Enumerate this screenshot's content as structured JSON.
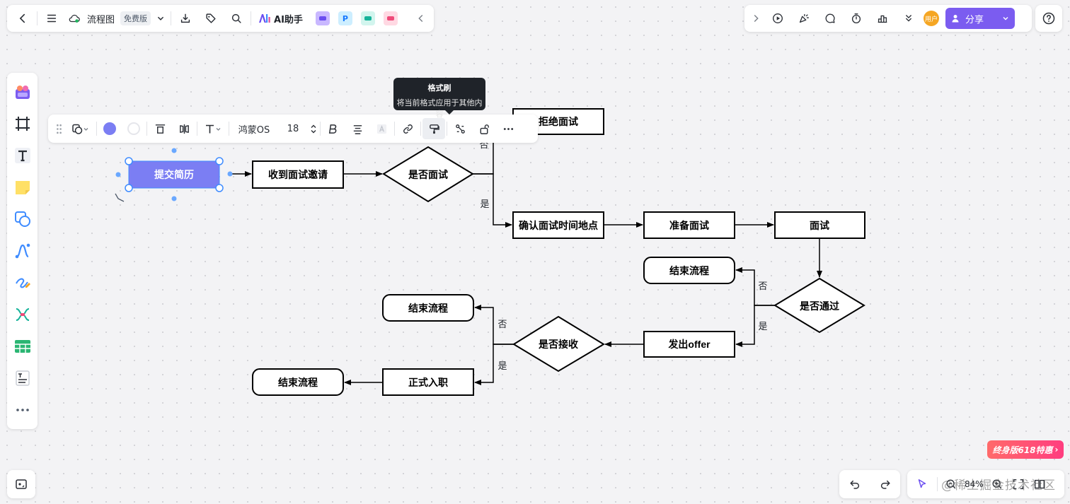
{
  "topbar": {
    "doc_title": "流程图",
    "plan_badge": "免费版",
    "ai_label": "AI助手",
    "plugins": [
      {
        "name": "image-plugin",
        "glyph": "",
        "color": "#c9b8ff",
        "fg": "#6a4df0"
      },
      {
        "name": "p-plugin",
        "glyph": "P",
        "color": "#cdeeff",
        "fg": "#1677ff"
      },
      {
        "name": "flow-plugin",
        "glyph": "",
        "color": "#d2f5ee",
        "fg": "#16b39a"
      },
      {
        "name": "mind-plugin",
        "glyph": "",
        "color": "#ffd9e3",
        "fg": "#ef4a79"
      }
    ]
  },
  "topright": {
    "avatar_text": "用户",
    "share_label": "分享"
  },
  "style_toolbar": {
    "fill_color": "#7b7ef3",
    "font_name": "鸿蒙OS",
    "font_size": "18"
  },
  "tooltip": {
    "title": "格式刷",
    "desc": "将当前格式应用于其他内容"
  },
  "flowchart": {
    "nodes": {
      "submit": "提交简历",
      "receive_invite": "收到面试邀请",
      "interview_q": "是否面试",
      "reject": "拒绝面试",
      "confirm_time": "确认面试时间地点",
      "prepare": "准备面试",
      "interview": "面试",
      "end1": "结束流程",
      "pass_q": "是否通过",
      "offer": "发出offer",
      "accept_q": "是否接收",
      "end2": "结束流程",
      "onboard": "正式入职",
      "end3": "结束流程"
    },
    "edge_labels": {
      "no1": "否",
      "yes1": "是",
      "no2": "否",
      "yes2": "是",
      "no3": "否",
      "yes3": "是"
    },
    "accent_color": "#7b7ef3"
  },
  "bottom": {
    "zoom_level": "84%",
    "promo": "终身版618特惠",
    "watermark": "@稀土掘金技术社区"
  }
}
